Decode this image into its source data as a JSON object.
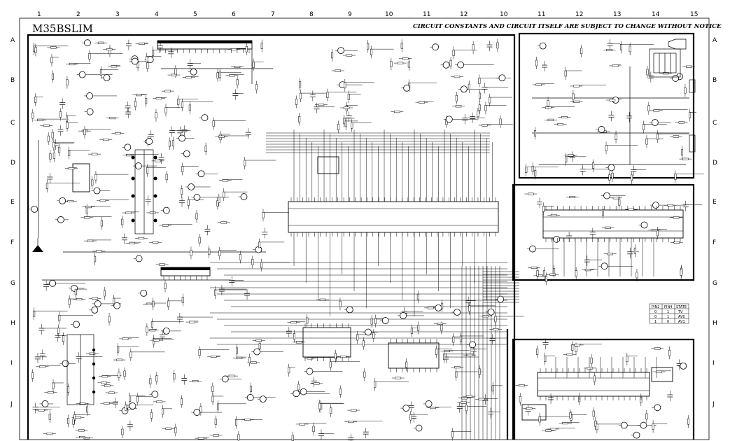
{
  "sheet": {
    "model": "M35BSLIM",
    "notice": "CIRCUIT CONSTANTS AND CIRCUIT ITSELF ARE SUBJECT TO CHANGE WITHOUT NOTICE"
  },
  "ruler": {
    "columns": [
      "1",
      "2",
      "3",
      "4",
      "5",
      "6",
      "7",
      "8",
      "9",
      "10",
      "11",
      "12",
      "10",
      "11",
      "12",
      "13",
      "14",
      "15"
    ],
    "rows": [
      "A",
      "B",
      "C",
      "D",
      "E",
      "F",
      "G",
      "H",
      "I",
      "J"
    ]
  },
  "state_table": {
    "headers": [
      "PIN2",
      "PIN4",
      "STATE"
    ],
    "rows": [
      [
        "0",
        "1",
        "TV"
      ],
      [
        "0",
        "1",
        "AV0"
      ],
      [
        "1",
        "0",
        "AV1"
      ]
    ]
  }
}
